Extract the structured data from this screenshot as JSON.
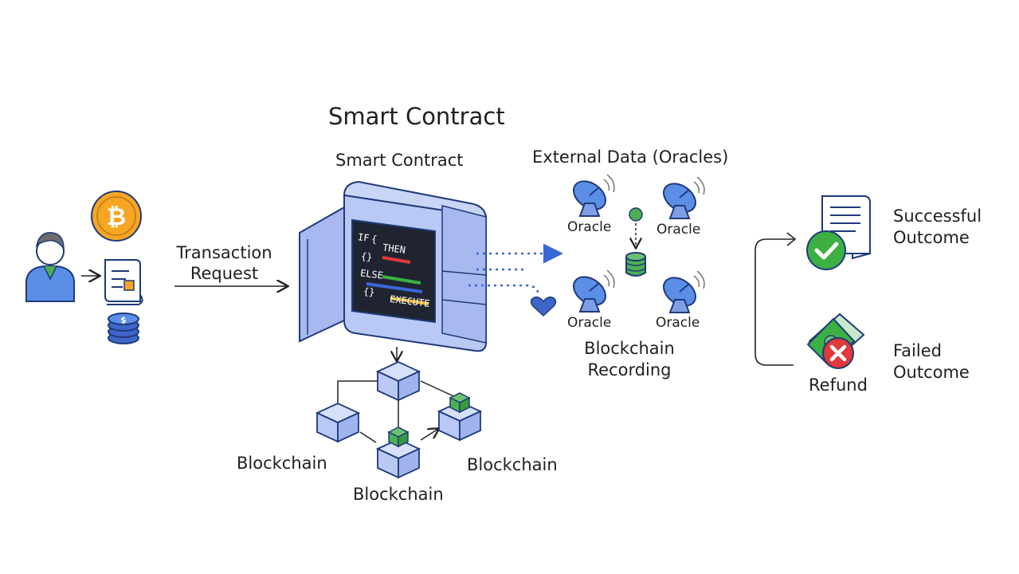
{
  "title": "Smart Contract",
  "contract_label": "Smart Contract",
  "transaction_label_line1": "Transaction",
  "transaction_label_line2": "Request",
  "oracles_heading": "External Data (Oracles)",
  "oracle_label": "Oracle",
  "recording_line1": "Blockchain",
  "recording_line2": "Recording",
  "blockchain_label": "Blockchain",
  "code": {
    "if": "IF",
    "brace_open": "{",
    "then": "THEN",
    "braces": "{}",
    "else": "ELSE",
    "execute": "EXECUTE"
  },
  "outcomes": {
    "success_line1": "Successful",
    "success_line2": "Outcome",
    "failed_line1": "Failed",
    "failed_line2": "Outcome",
    "refund": "Refund"
  },
  "colors": {
    "blue_light": "#b9c8f5",
    "blue_mid": "#7f9ee8",
    "blue_dark": "#3a5fbf",
    "green": "#3cb043",
    "red": "#e0383b",
    "yellow": "#e8a33a",
    "screen": "#1f2430"
  },
  "icons": [
    "user-icon",
    "bitcoin-icon",
    "document-icon",
    "coins-icon",
    "safe-icon",
    "satellite-dish-icon",
    "database-icon",
    "heart-icon",
    "checkmark-icon",
    "cross-icon",
    "cube-icon"
  ]
}
